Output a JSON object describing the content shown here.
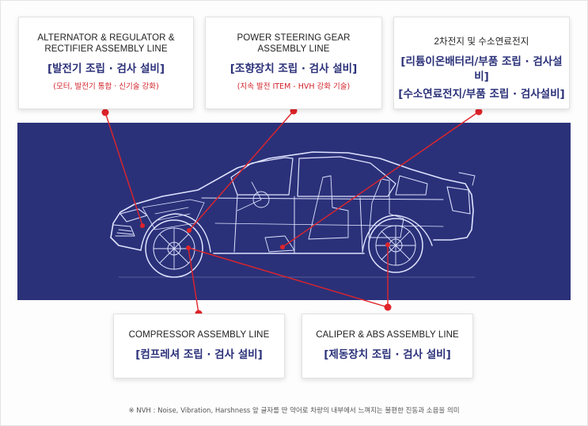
{
  "cards": {
    "alternator": {
      "en": "ALTERNATOR & REGULATOR &\nRECTIFIER ASSEMBLY LINE",
      "ko": "[발전기 조립 · 검사 설비]",
      "sub": "(모터, 발전기 통합 · 신기술 강화)"
    },
    "steering": {
      "en": "POWER STEERING GEAR\nASSEMBLY LINE",
      "ko": "[조향장치 조립 · 검사 설비]",
      "sub": "(지속 발전 ITEM - HVH 강화 기술)"
    },
    "battery": {
      "en": "2차전지 및 수소연료전지",
      "ko1": "[리튬이온배터리/부품 조립 · 검사설비]",
      "ko2": "[수소연료전지/부품 조립 · 검사설비]"
    },
    "compressor": {
      "en": "COMPRESSOR ASSEMBLY LINE",
      "ko": "[컴프레셔 조립 · 검사 설비]"
    },
    "caliper": {
      "en": "CALIPER & ABS ASSEMBLY LINE",
      "ko": "[제동장치 조립 · 검사 설비]"
    }
  },
  "footnote": "※ NVH : Noise, Vibration, Harshness 앞 글자를 딴 약어로 차량의 내부에서 느껴지는 불편한 진동과 소음을 의미",
  "colors": {
    "band": "#2b3179",
    "marker": "#e0242a",
    "blueprint_line": "#dfe4ff"
  }
}
